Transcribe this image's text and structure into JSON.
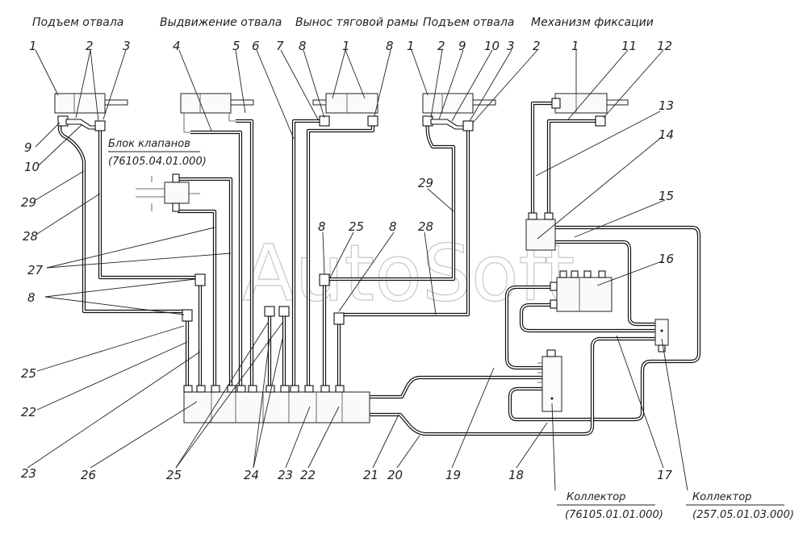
{
  "titles": {
    "blade_lift_left": "Подъем отвала",
    "blade_extension": "Выдвижение отвала",
    "draw_frame_offset": "Вынос тяговой рамы",
    "blade_lift_right": "Подъем отвала",
    "locking_mechanism": "Механизм фиксации"
  },
  "valve_block": {
    "name": "Блок клапанов",
    "code": "(76105.04.01.000)"
  },
  "collector_1": {
    "name": "Коллектор",
    "code": "(76105.01.01.000)"
  },
  "collector_2": {
    "name": "Коллектор",
    "code": "(257.05.01.03.000)"
  },
  "watermark": "AutoSoft",
  "callouts": {
    "top_1a": "1",
    "top_2a": "2",
    "top_3a": "3",
    "top_4": "4",
    "top_5": "5",
    "top_6": "6",
    "top_7": "7",
    "top_8a": "8",
    "top_1b": "1",
    "top_8b": "8",
    "top_1c": "1",
    "top_2b": "2",
    "top_9": "9",
    "top_10": "10",
    "top_3b": "3",
    "top_2c": "2",
    "top_1d": "1",
    "top_11": "11",
    "top_12": "12",
    "left_9": "9",
    "left_10": "10",
    "left_29": "29",
    "left_28": "28",
    "left_27": "27",
    "left_8": "8",
    "left_25": "25",
    "left_22": "22",
    "left_23": "23",
    "mid_8a": "8",
    "mid_25": "25",
    "mid_8b": "8",
    "mid_28": "28",
    "mid_29": "29",
    "right_13": "13",
    "right_14": "14",
    "right_15": "15",
    "right_16": "16",
    "bot_26": "26",
    "bot_25": "25",
    "bot_24": "24",
    "bot_23": "23",
    "bot_22": "22",
    "bot_21": "21",
    "bot_20": "20",
    "bot_19": "19",
    "bot_18": "18",
    "bot_17": "17"
  }
}
